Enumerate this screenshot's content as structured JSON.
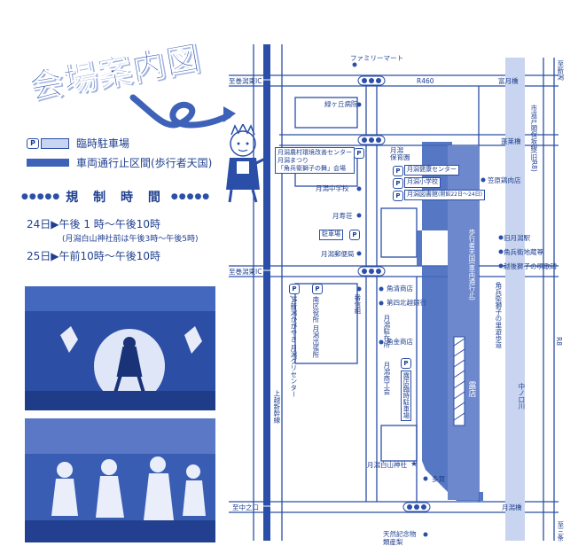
{
  "title": "会場案内図",
  "legend": {
    "parking_label": "臨時駐車場",
    "road_closed_label": "車両通行止区間(歩行者天国)",
    "p_symbol": "P"
  },
  "regulation": {
    "heading": "規 制 時 間",
    "dots": "●●●●●",
    "day1": "24日▶午後 1 時〜午後10時",
    "day1_note": "(月潟白山神社前は午後3時〜午後5時)",
    "day2": "25日▶午前10時〜午後10時"
  },
  "map": {
    "roads": {
      "r460": "R460",
      "to_maki_ic_top": "至巻潟東IC",
      "to_maki_ic_mid": "至巻潟東IC",
      "to_naka_no_kuchi": "至中之口",
      "to_niitsu": "至新潟",
      "to_sanjo": "至三条",
      "r8_left": "R8",
      "joetsu_shinkansen": "上越新幹線",
      "city_road": "市道戸頭保坂線(旧R8)",
      "nakanokuchi_river": "中ノ口川",
      "kakubee_street": "角兵衛獅子の里遊歩道"
    },
    "bridges": {
      "tomitsuki": "富月橋",
      "horai": "蓬莱橋",
      "tsukigata_bridge": "月潟橋"
    },
    "places": {
      "family_mart": "ファミリーマート",
      "midorigaoka": "緑ヶ丘病院",
      "nursery": "月潟\n保育園",
      "health_center": "月潟健康センター",
      "elementary": "月潟小学校",
      "library": "月潟図書館",
      "library_note": "(開館22日〜24日)",
      "kasahara": "笠原鶏肉店",
      "middle_school": "月潟中学校",
      "noukaku_center": "月潟農村環境改善センター",
      "matsuri_venue": "月潟まつり",
      "dance_venue": "「角兵衛獅子の舞」会場",
      "jukusou": "月寿荘",
      "parking": "駐車場",
      "post_office": "月潟郵便局",
      "ja": "JA新潟かがやき 月潟グリセンター",
      "minami_ku": "南区役所 月潟出張所",
      "ginshin": "番信組",
      "chuzaisho": "月潟駐在所",
      "kakusei": "角清商店",
      "hokuetsu_bank": "第四北越銀行",
      "kakugane": "角金商店",
      "shokoukai": "月潟商工会",
      "stall_parking": "露店臨時駐車場",
      "hakusan": "月潟白山神社",
      "taga": "多賀",
      "tennen": "天然記念物 類産梨",
      "old_station": "旧月潟駅",
      "kakubee_storage": "角兵衛地蔵尊",
      "echigo_monument": "越後獅子の唄歌碑",
      "stalls": "露店",
      "pedestrian": "歩行者天国(車両通行止)"
    }
  },
  "colors": {
    "accent": "#2b4fa8",
    "road_closed": "#3d62b8",
    "parking_fill": "#c9d5f0",
    "photo_bg": "#2c4fa5"
  }
}
